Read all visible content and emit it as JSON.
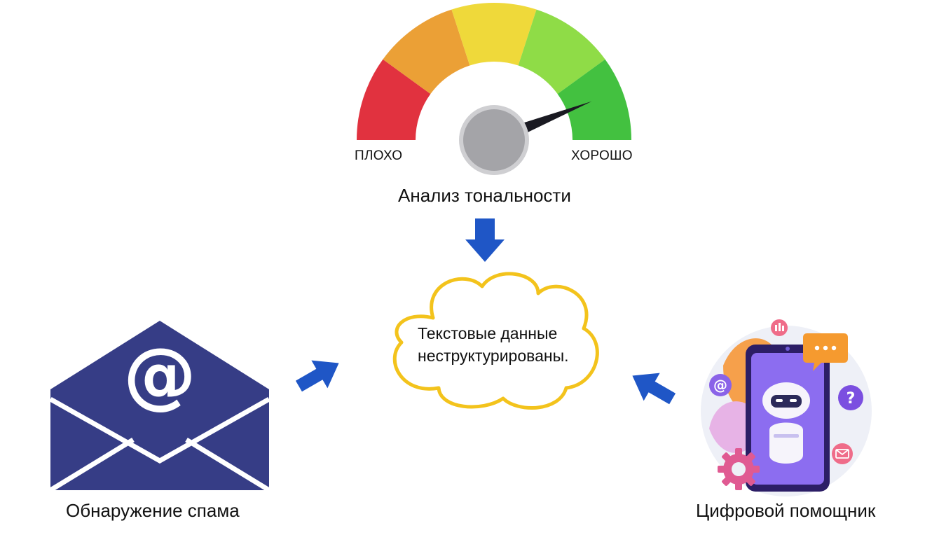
{
  "gauge": {
    "caption": "Анализ тональности",
    "label_left": "ПЛОХО",
    "label_right": "ХОРОШО",
    "level": 0.88,
    "colors": [
      "#e1323f",
      "#eba036",
      "#efd93a",
      "#8fdc47",
      "#43c140"
    ]
  },
  "cloud": {
    "line1": "Текстовые данные",
    "line2": "неструктурированы."
  },
  "spam": {
    "caption": "Обнаружение спама",
    "symbol": "@",
    "envelope_color": "#363d86"
  },
  "assistant": {
    "caption": "Цифровой помощник"
  },
  "arrows": {
    "color": "#1f56c6"
  },
  "icons": [
    "gauge-icon",
    "cloud-icon",
    "envelope-icon",
    "robot-phone-icon",
    "arrow-down-icon",
    "arrow-right-icon",
    "arrow-left-icon"
  ]
}
